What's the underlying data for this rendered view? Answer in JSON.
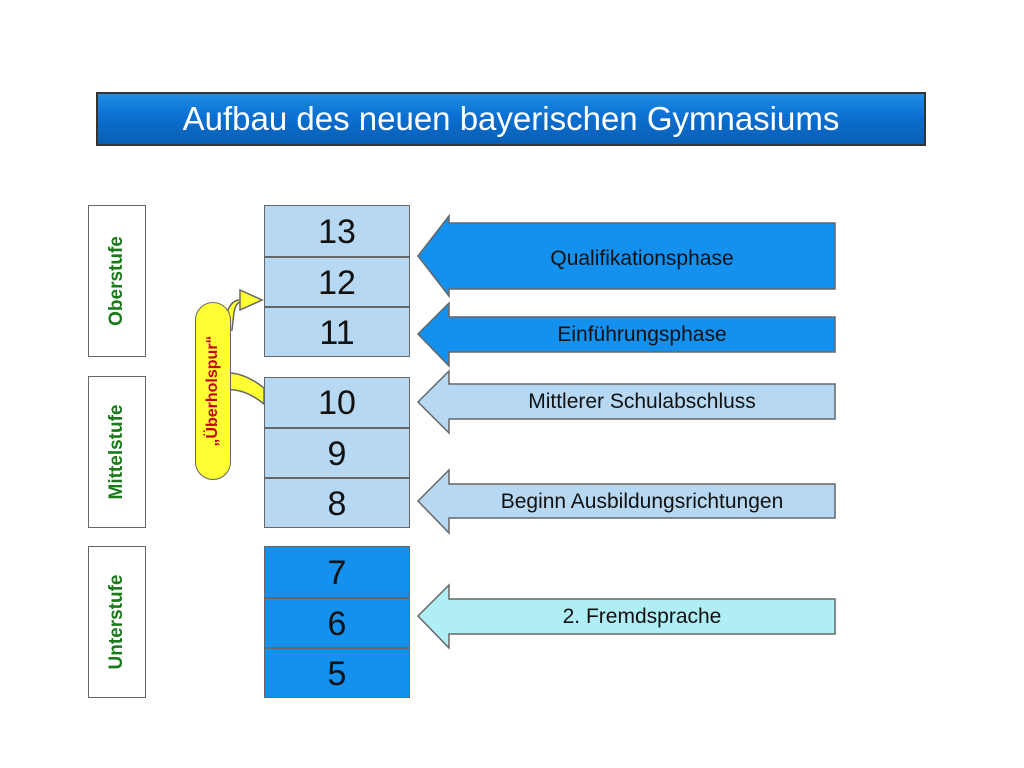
{
  "title": "Aufbau des neuen bayerischen Gymnasiums",
  "stages": [
    {
      "label": "Oberstufe",
      "text_color": "#1a7a1a",
      "fill": "#ffffff"
    },
    {
      "label": "Mittelstufe",
      "text_color": "#1a7a1a",
      "fill": "#ffffff"
    },
    {
      "label": "Unterstufe",
      "text_color": "#1a7a1a",
      "fill": "#ffffff"
    }
  ],
  "grades": [
    {
      "label": "13",
      "fill": "#b6d8f2"
    },
    {
      "label": "12",
      "fill": "#b6d8f2"
    },
    {
      "label": "11",
      "fill": "#b6d8f2"
    },
    {
      "label": "10",
      "fill": "#b6d8f2"
    },
    {
      "label": "9",
      "fill": "#b6d8f2"
    },
    {
      "label": "8",
      "fill": "#b6d8f2"
    },
    {
      "label": "7",
      "fill": "#1490ee"
    },
    {
      "label": "6",
      "fill": "#1490ee"
    },
    {
      "label": "5",
      "fill": "#1490ee"
    }
  ],
  "side_label": "„Überholspur“",
  "phases": [
    {
      "label": "Qualifikationsphase",
      "fill": "#1490ee"
    },
    {
      "label": "Einführungsphase",
      "fill": "#1490ee"
    },
    {
      "label": "Mittlerer Schulabschluss",
      "fill": "#b6d8f2"
    },
    {
      "label": "Beginn Ausbildungsrichtungen",
      "fill": "#b6d8f2"
    },
    {
      "label": "2. Fremdsprache",
      "fill": "#b0eef6"
    }
  ],
  "colors": {
    "title_bg": "#0b6fd1",
    "overtaking_track": "#ffff33",
    "overtaking_text": "#c60018",
    "outline": "#666666"
  }
}
